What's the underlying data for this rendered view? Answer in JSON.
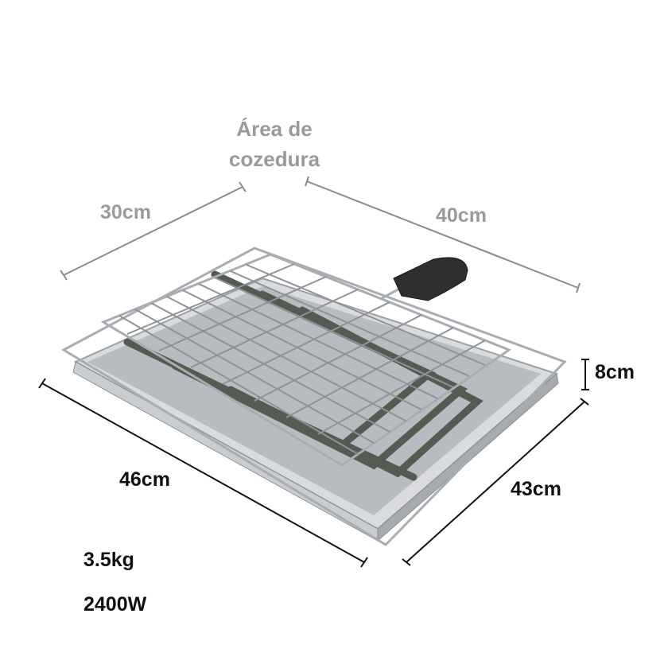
{
  "diagram": {
    "subject": "electric grill with wire basket and stainless tray",
    "title_line1": "Área de",
    "title_line2": "cozedura",
    "dimensions": {
      "cooking_width": "30cm",
      "cooking_length": "40cm",
      "height": "8cm",
      "overall_length": "46cm",
      "overall_width": "43cm"
    },
    "specs": {
      "weight": "3.5kg",
      "power": "2400W"
    },
    "colors": {
      "gray_text": "#9a9a9a",
      "dark_text": "#111111",
      "gray_line": "#8a8a8a",
      "dark_line": "#111111"
    }
  }
}
